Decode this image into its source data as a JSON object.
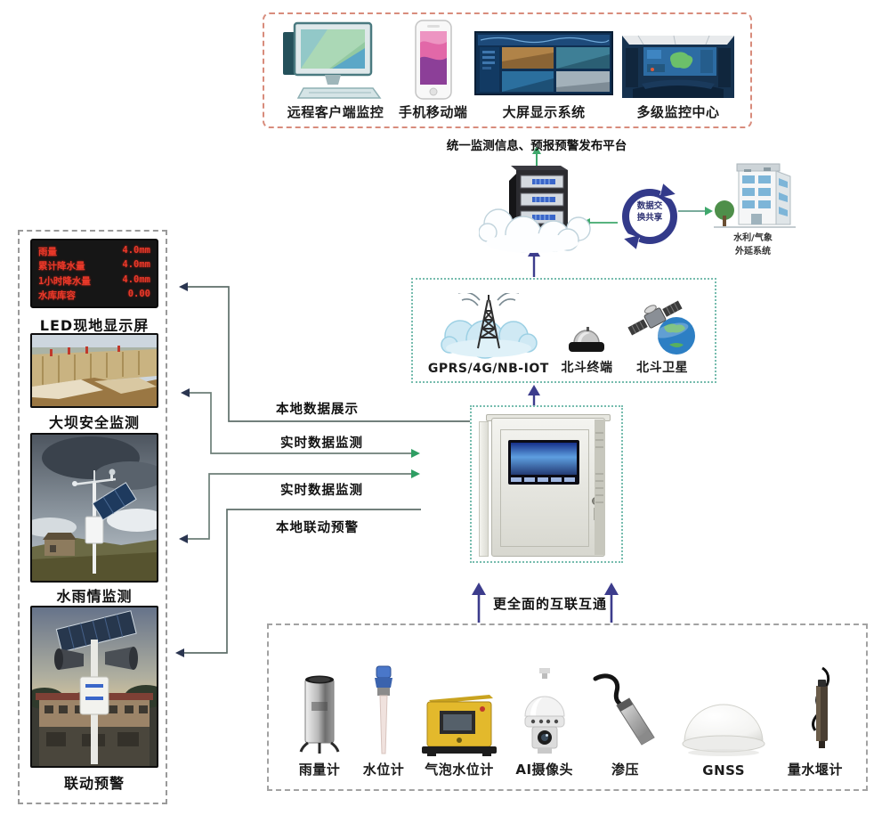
{
  "colors": {
    "top_box_border": "#d88c7c",
    "comm_box_border": "#76bcae",
    "column_border": "#9a9a9a",
    "arrow_green": "#3fa86c",
    "arrow_purple": "#3c3c8c",
    "led_red": "#e8392a"
  },
  "top_box": {
    "items": [
      {
        "label": "远程客户端监控",
        "icon": "desktop-client-icon"
      },
      {
        "label": "手机移动端",
        "icon": "mobile-phone-icon"
      },
      {
        "label": "大屏显示系统",
        "icon": "big-screen-icon"
      },
      {
        "label": "多级监控中心",
        "icon": "control-center-icon"
      }
    ]
  },
  "platform": {
    "title": "统一监测信息、预报预警发布平台"
  },
  "exchange": {
    "line1": "数据交",
    "line2": "换共享"
  },
  "external_system": {
    "line1": "水利/气象",
    "line2": "外延系统"
  },
  "comm_box": {
    "items": [
      {
        "label": "GPRS/4G/NB-IOT",
        "icon": "gprs-cloud-tower-icon"
      },
      {
        "label": "北斗终端",
        "icon": "beidou-terminal-icon"
      },
      {
        "label": "北斗卫星",
        "icon": "beidou-satellite-icon"
      }
    ]
  },
  "monitoring_column": {
    "led": {
      "label": "LED现地显示屏",
      "rows": [
        {
          "name": "雨量",
          "value": "4.0mm"
        },
        {
          "name": "累计降水量",
          "value": "4.0mm"
        },
        {
          "name": "1小时降水量",
          "value": "4.0mm"
        },
        {
          "name": "水库库容",
          "value": "0.00"
        }
      ]
    },
    "items": [
      {
        "label": "大坝安全监测"
      },
      {
        "label": "水雨情监测"
      },
      {
        "label": "联动预警"
      }
    ]
  },
  "connectors": {
    "local_display": "本地数据展示",
    "realtime_1": "实时数据监测",
    "realtime_2": "实时数据监测",
    "local_warning": "本地联动预警"
  },
  "bottom_box": {
    "headline": "更全面的互联互通",
    "sensors": [
      {
        "label": "雨量计",
        "icon": "rain-gauge-icon"
      },
      {
        "label": "水位计",
        "icon": "water-level-gauge-icon"
      },
      {
        "label": "气泡水位计",
        "icon": "bubble-level-gauge-icon"
      },
      {
        "label": "AI摄像头",
        "icon": "ai-camera-icon"
      },
      {
        "label": "渗压",
        "icon": "seepage-sensor-icon"
      },
      {
        "label": "GNSS",
        "icon": "gnss-dome-icon"
      },
      {
        "label": "量水堰计",
        "icon": "weir-gauge-icon"
      }
    ]
  }
}
